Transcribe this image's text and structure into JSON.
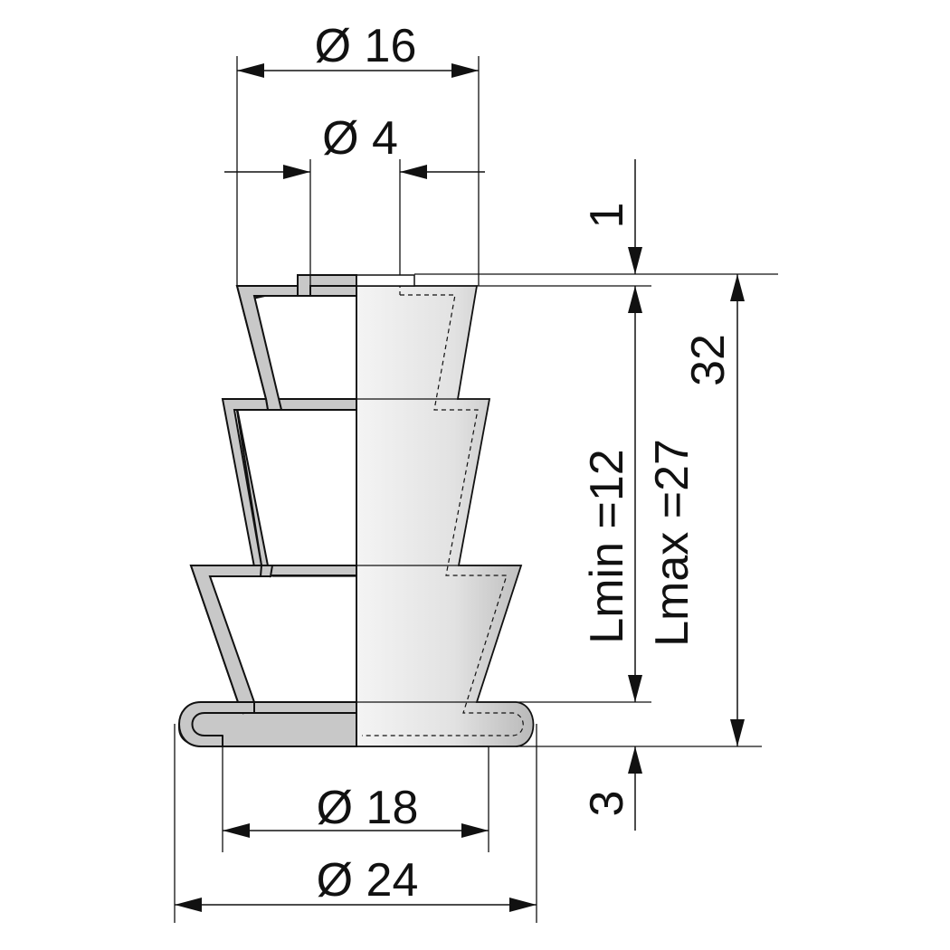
{
  "dimensions": {
    "outer_top_diameter": "Ø 16",
    "inner_top_diameter": "Ø 4",
    "flange_thickness_top": "1",
    "overall_height": "32",
    "lmin": "Lmin =12",
    "lmax": "Lmax =27",
    "inner_bottom_diameter": "Ø 18",
    "outer_bottom_diameter": "Ø 24",
    "flange_thickness_bottom": "3"
  },
  "colors": {
    "line": "#111111",
    "wall_fill": "#c8c8c8",
    "body_light": "#f2f2f2",
    "body_dark": "#bdbdbd"
  }
}
